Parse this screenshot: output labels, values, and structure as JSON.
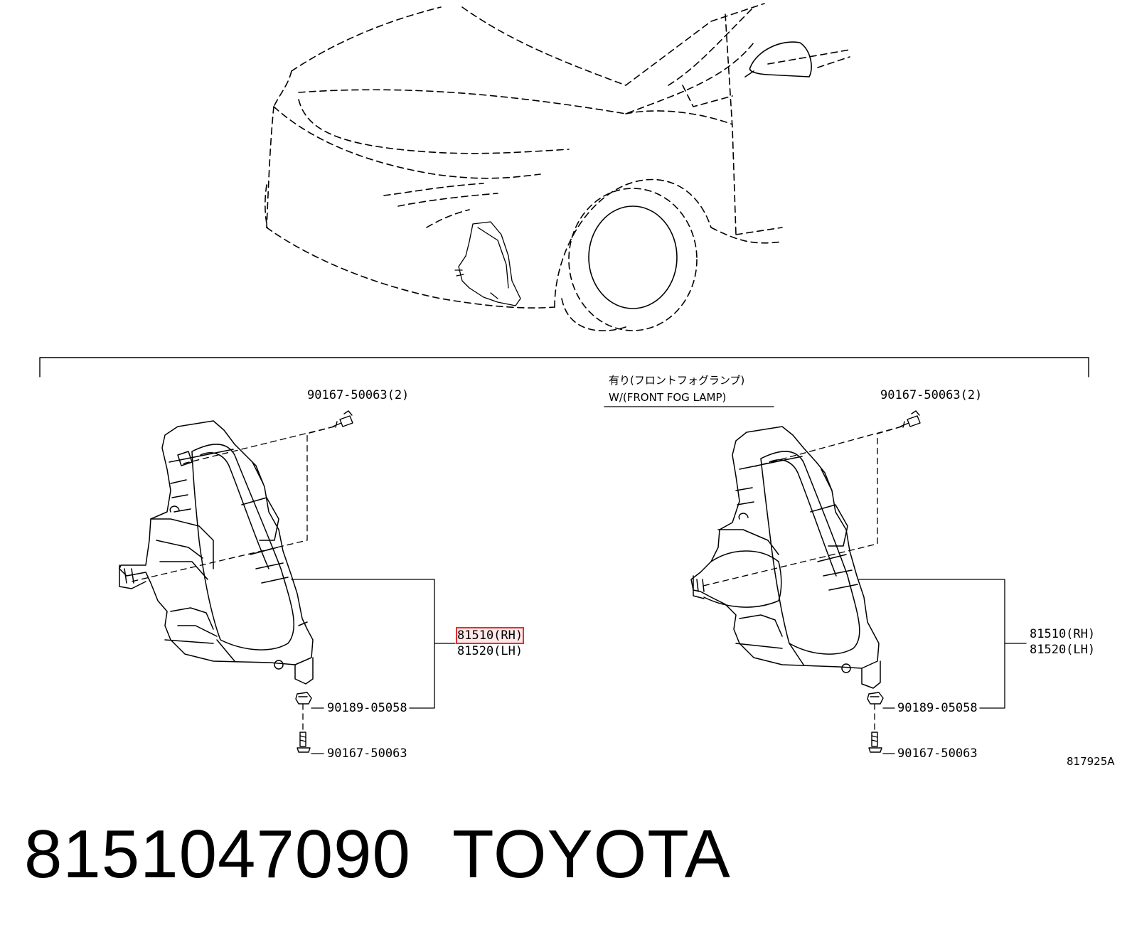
{
  "diagram": {
    "code": "817925A",
    "condition_jp": "有り(フロントフォグランプ)",
    "condition_en": "W/(FRONT FOG LAMP)",
    "left_group": {
      "top_bolt": "90167-50063(2)",
      "part_rh": "81510(RH)",
      "part_lh": "81520(LH)",
      "clip": "90189-05058",
      "bottom_bolt": "90167-50063"
    },
    "right_group": {
      "top_bolt": "90167-50063(2)",
      "part_rh": "81510(RH)",
      "part_lh": "81520(LH)",
      "clip": "90189-05058",
      "bottom_bolt": "90167-50063"
    }
  },
  "footer": {
    "part_number": "8151047090",
    "brand": "TOYOTA"
  },
  "colors": {
    "line": "#000000",
    "highlight": "#e03030"
  }
}
